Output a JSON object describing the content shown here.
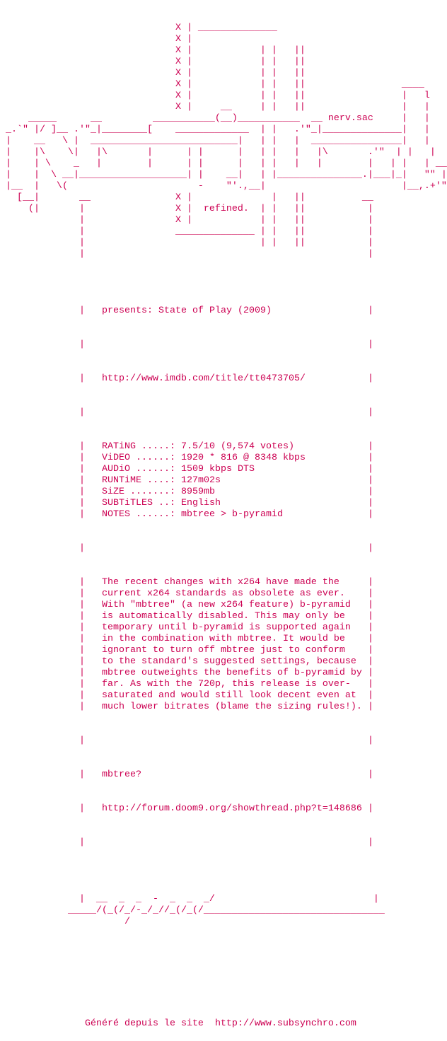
{
  "header_art": [
    "                               X | ______________",
    "                               X |",
    "                               X |            | |   ||",
    "                               X |            | |   ||",
    "                               X |            | |   ||",
    "                               X |            | |   ||                 ____",
    "                               X |            | |   ||                 |   l",
    "                               X |     __     | |   ||                 |   |",
    "     _____      __         ___________(__)___________  __ nerv.sac     |   |",
    " _.`\" |/ ]__ .'\"_|________[    _____________  | |   .'\"_|______________|   |",
    " |    __   \\ |  __________________________|   | |   |  ________________|   |",
    " |    |\\    \\|   |\\       |      | |      |   | |   |   |\\       .'\"  | |   |",
    " |    | \\    _   |        |      | |      |   | |   |   |        |   | |   | __",
    " |    |  \\ __|___________________| |    __|   | |_______________.|___|_|   \"\" |",
    " |__  |   \\(                       -    \"'.,__|                        |__,.+'\"",
    "   [__|       __               X |              |   ||          __",
    "     (|       |                X |  refined.  | |   ||           |",
    "              |                X |            | |   ||           |",
    "              |                ______________ | |   ||           |",
    "              |                               | |   ||           |",
    "              |                                                  |"
  ],
  "release": {
    "presents": "presents: State of Play (2009)",
    "imdb_url": "http://www.imdb.com/title/tt0473705/",
    "specs": [
      {
        "label": "RATiNG .....:",
        "value": "7.5/10 (9,574 votes)"
      },
      {
        "label": "ViDEO ......:",
        "value": "1920 * 816 @ 8348 kbps"
      },
      {
        "label": "AUDiO ......:",
        "value": "1509 kbps DTS"
      },
      {
        "label": "RUNTiME ....:",
        "value": "127m02s"
      },
      {
        "label": "SiZE .......:",
        "value": "8959mb"
      },
      {
        "label": "SUBTiTLES ..:",
        "value": "English"
      },
      {
        "label": "NOTES ......:",
        "value": "mbtree > b-pyramid"
      }
    ],
    "description": [
      "The recent changes with x264 have made the",
      "current x264 standards as obsolete as ever.",
      "With \"mbtree\" (a new x264 feature) b-pyramid",
      "is automatically disabled. This may only be",
      "temporary until b-pyramid is supported again",
      "in the combination with mbtree. It would be",
      "ignorant to turn off mbtree just to conform",
      "to the standard's suggested settings, because",
      "mbtree outweights the benefits of b-pyramid by",
      "far. As with the 720p, this release is over-",
      "saturated and would still look decent even at",
      "much lower bitrates (blame the sizing rules!)."
    ],
    "mbtree_label": "mbtree?",
    "mbtree_url": "http://forum.doom9.org/showthread.php?t=148686"
  },
  "footer_art": [
    "              |  __  _  _  -  _  _  _/                            |",
    "            _____/(_(/_/-_/_//_(/_(/________________________________",
    "                      /"
  ],
  "footer": {
    "prefix": "               Généré depuis le site  ",
    "url": "http://www.subsynchro.com"
  },
  "colors": {
    "text": "#cc0052",
    "background": "#ffffff"
  }
}
